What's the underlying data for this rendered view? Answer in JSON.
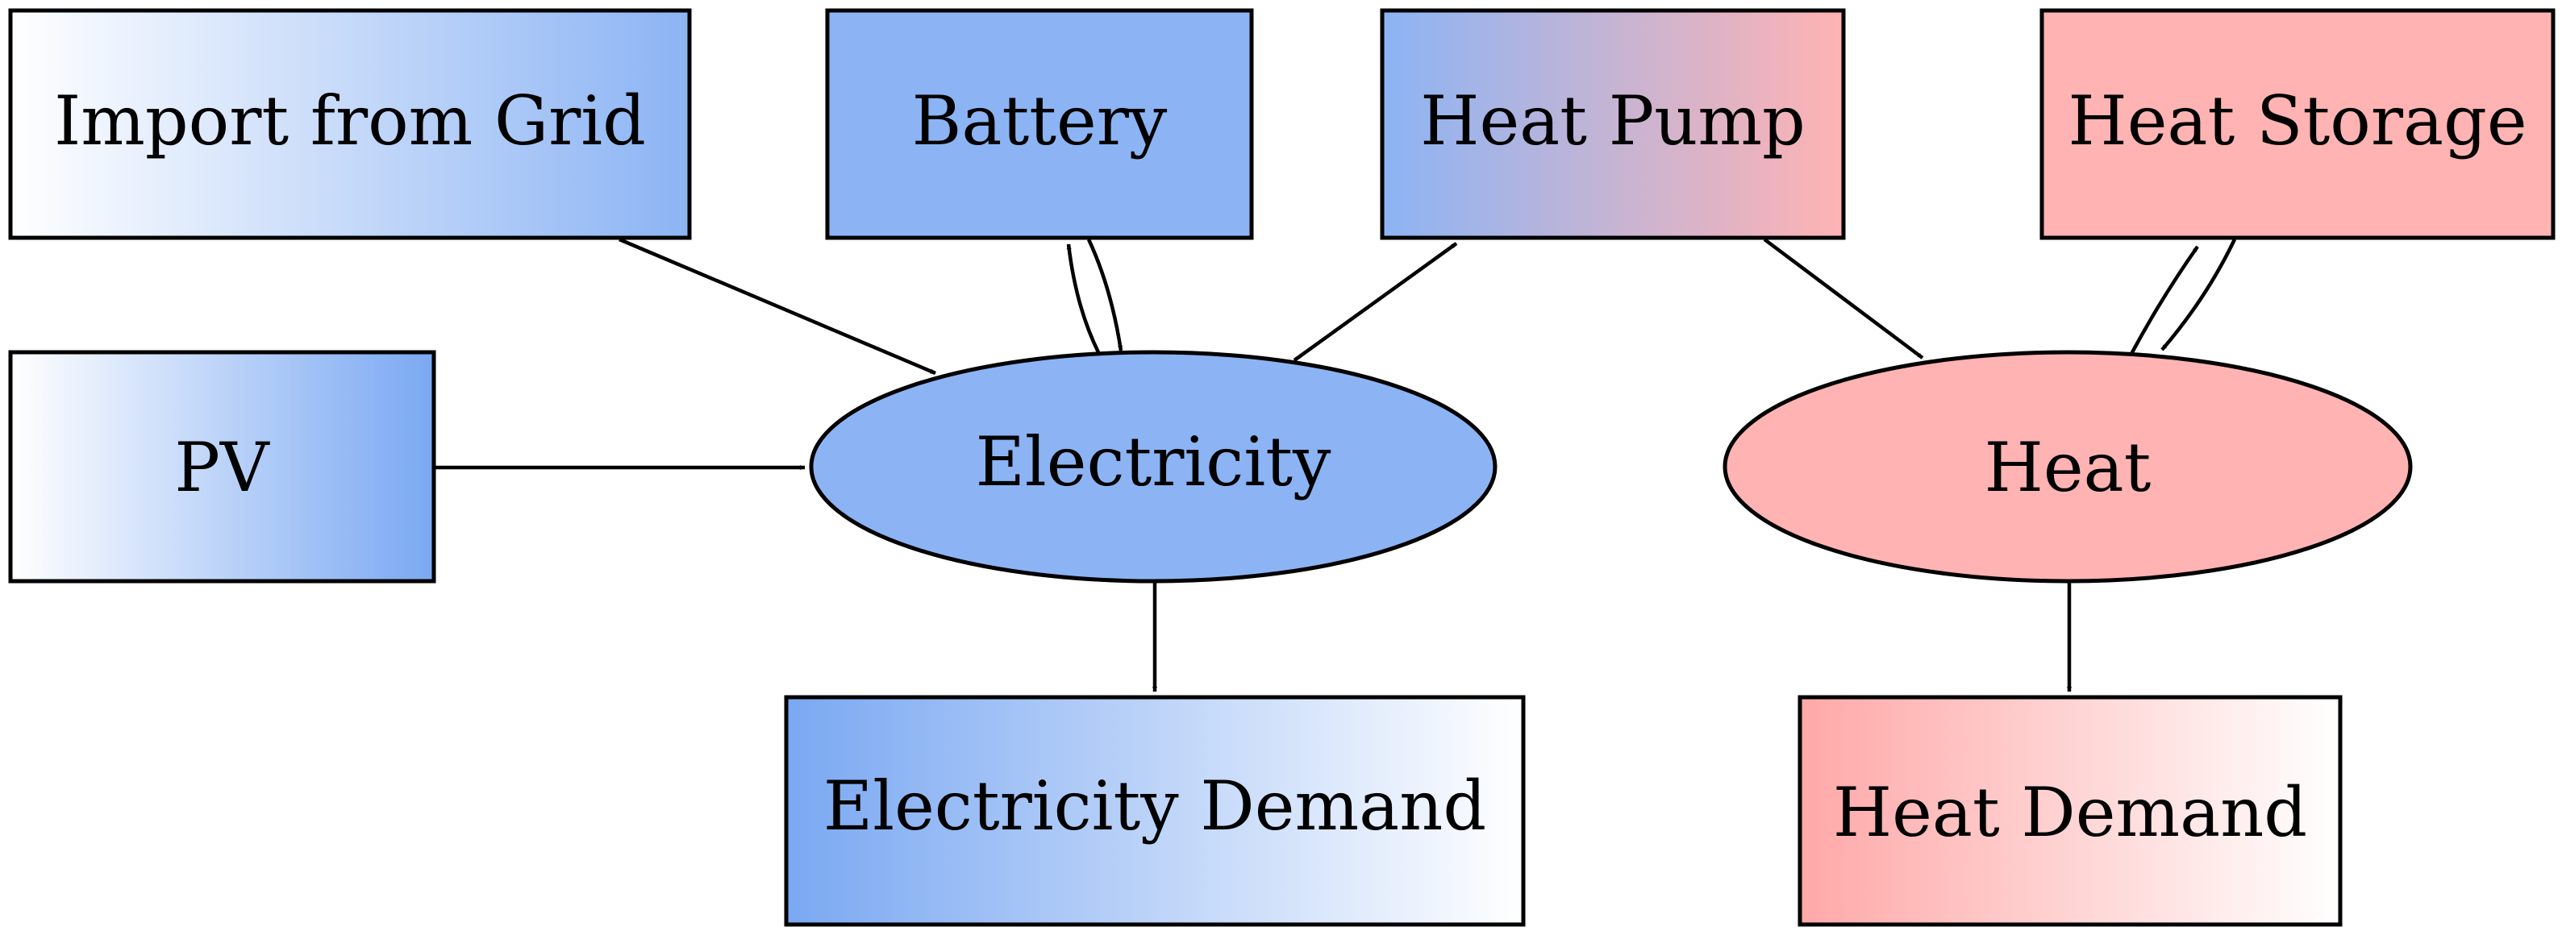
{
  "diagram": {
    "colors": {
      "electricity_blue": "#8cb4f4",
      "heat_red": "#ffb3b3",
      "white": "#ffffff",
      "stroke": "#000000"
    },
    "nodes": {
      "import_from_grid": "Import from Grid",
      "battery": "Battery",
      "heat_pump": "Heat Pump",
      "heat_storage": "Heat Storage",
      "pv": "PV",
      "electricity": "Electricity",
      "heat": "Heat",
      "electricity_demand": "Electricity Demand",
      "heat_demand": "Heat Demand"
    }
  }
}
